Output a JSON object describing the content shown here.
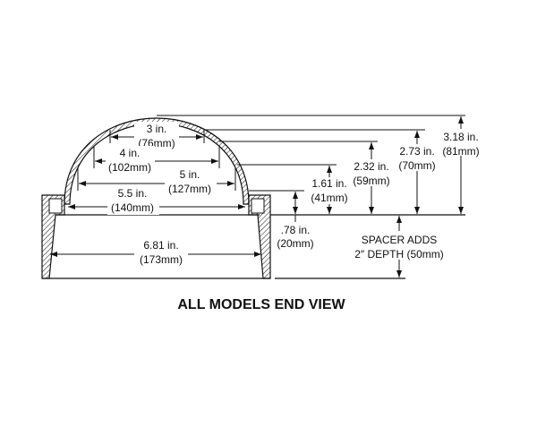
{
  "caption": "ALL MODELS END VIEW",
  "horizontal_dimensions": [
    {
      "inches": "3 in.",
      "mm": "(76mm)"
    },
    {
      "inches": "4 in.",
      "mm": "(102mm)"
    },
    {
      "inches": "5 in.",
      "mm": "(127mm)"
    },
    {
      "inches": "5.5 in.",
      "mm": "(140mm)"
    },
    {
      "inches": "6.81 in.",
      "mm": "(173mm)"
    }
  ],
  "vertical_dimensions": [
    {
      "inches": ".78 in.",
      "mm": "(20mm)"
    },
    {
      "inches": "1.61 in.",
      "mm": "(41mm)"
    },
    {
      "inches": "2.32 in.",
      "mm": "(59mm)"
    },
    {
      "inches": "2.73 in.",
      "mm": "(70mm)"
    },
    {
      "inches": "3.18 in.",
      "mm": "(81mm)"
    }
  ],
  "spacer_note": {
    "line1": "SPACER ADDS",
    "line2": "2″ DEPTH (50mm)"
  }
}
